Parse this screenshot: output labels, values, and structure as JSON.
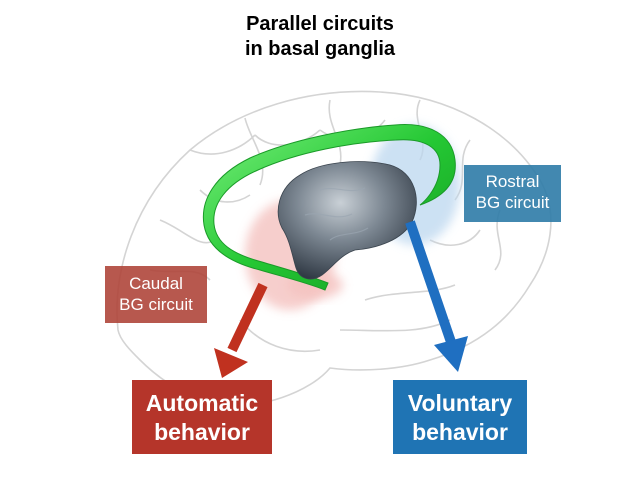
{
  "title": {
    "line1": "Parallel circuits",
    "line2": "in basal ganglia"
  },
  "labels": {
    "rostral": {
      "line1": "Rostral",
      "line2": "BG circuit"
    },
    "caudal": {
      "line1": "Caudal",
      "line2": "BG circuit"
    },
    "automatic": {
      "line1": "Automatic",
      "line2": "behavior"
    },
    "voluntary": {
      "line1": "Voluntary",
      "line2": "behavior"
    }
  },
  "colors": {
    "brain_outline": "#d4d4d4",
    "caudate_green": "#2fd63a",
    "putamen_gray": "#6d7a86",
    "rostral_blue": "#2e7ca8",
    "caudal_red": "#b0463b",
    "arrow_red": "#c0311f",
    "arrow_blue": "#1f6fc1"
  }
}
